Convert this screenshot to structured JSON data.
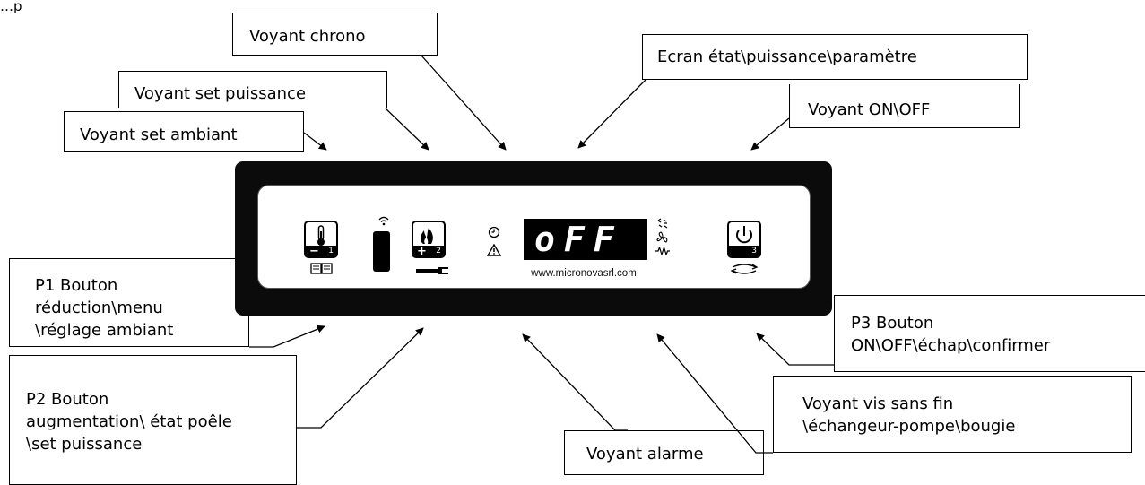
{
  "header_fragment": "…p",
  "labels": {
    "voyant_chrono": "Voyant chrono",
    "voyant_set_puissance": "Voyant set puissance",
    "voyant_set_ambiant": "Voyant set ambiant",
    "ecran": "Ecran état\\puissance\\paramètre",
    "voyant_onoff": "Voyant ON\\OFF",
    "p1": "P1 Bouton\nréduction\\menu\n\\réglage ambiant",
    "p2": "P2 Bouton\naugmentation\\ état poêle\n\\set puissance",
    "p3": "P3 Bouton\nON\\OFF\\échap\\confirmer",
    "vis": "Voyant vis sans fin\n\\échangeur-pompe\\bougie",
    "alarme": "Voyant alarme"
  },
  "panel": {
    "display_text": "oFF",
    "website": "www.micronovasrl.com",
    "key1": {
      "symbol": "−",
      "number": "1",
      "icon": "thermometer-icon",
      "under_icon": "book-icon"
    },
    "key2": {
      "symbol": "+",
      "number": "2",
      "icon": "flame-icon",
      "under_icon": "wrench-icon"
    },
    "key3": {
      "number": "3",
      "icon": "power-icon",
      "under_icon": "rotate-arrows-icon"
    },
    "side_icons": [
      "clock-icon",
      "warning-icon",
      "auger-icon",
      "fan-icon",
      "resistance-icon"
    ]
  }
}
